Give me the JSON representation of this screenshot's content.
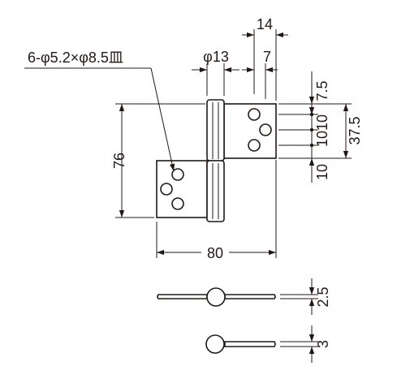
{
  "drawing": {
    "hole_callout": "6-φ5.2×φ8.5皿",
    "dims": {
      "overall_length": "80",
      "overall_height": "76",
      "knuckle_diameter": "φ13",
      "upper_leaf_depth": "14",
      "hole_column_offset": "7",
      "top_hole_offset": "7.5",
      "hole_pitch_a": "10",
      "hole_pitch_b": "10",
      "leaf_height": "37.5",
      "bottom_offset": "10",
      "thickness_a": "2.5",
      "thickness_b": "3"
    }
  }
}
